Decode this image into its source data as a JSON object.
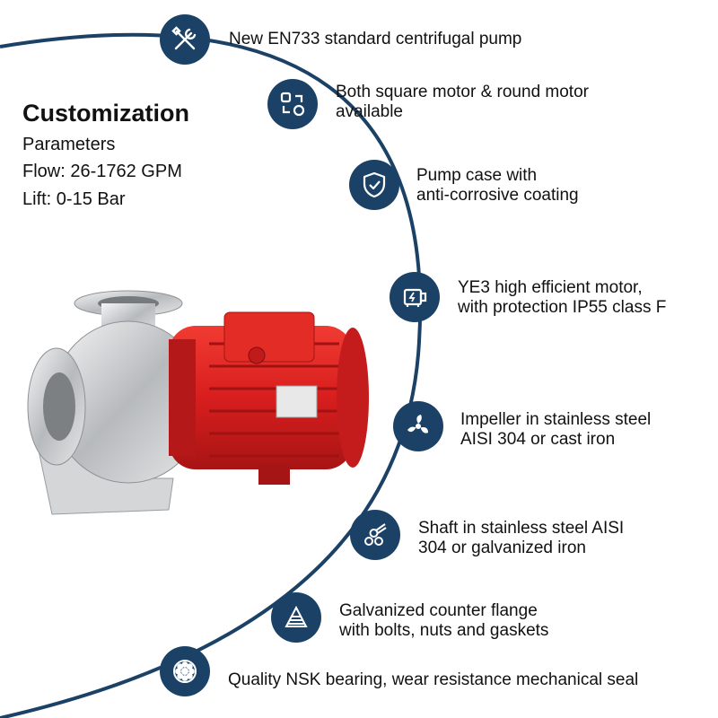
{
  "heading": {
    "title": "Customization",
    "subtitle": "Parameters",
    "flow": "Flow: 26-1762 GPM",
    "lift": "Lift: 0-15 Bar"
  },
  "colors": {
    "arc": "#1b4266",
    "icon_bg": "#1b4266",
    "icon_fg": "#ffffff",
    "motor": "#d81e1e",
    "steel": "#c8cacc"
  },
  "features": [
    {
      "icon": "tools-icon",
      "lines": [
        "New EN733 standard centrifugal pump"
      ]
    },
    {
      "icon": "swap-shapes-icon",
      "lines": [
        "Both square motor & round motor",
        "available"
      ]
    },
    {
      "icon": "shield-check-icon",
      "lines": [
        "Pump case with",
        "anti-corrosive coating"
      ]
    },
    {
      "icon": "motor-icon",
      "lines": [
        "YE3 high efficient motor,",
        "with protection IP55 class F"
      ]
    },
    {
      "icon": "impeller-icon",
      "lines": [
        "Impeller in stainless steel",
        "AISI 304 or cast iron"
      ]
    },
    {
      "icon": "shaft-icon",
      "lines": [
        "Shaft in stainless steel AISI",
        "304 or galvanized iron"
      ]
    },
    {
      "icon": "flange-icon",
      "lines": [
        "Galvanized counter flange",
        "with bolts, nuts and gaskets"
      ]
    },
    {
      "icon": "bearing-icon",
      "lines": [
        "Quality NSK bearing, wear resistance mechanical seal"
      ]
    }
  ]
}
